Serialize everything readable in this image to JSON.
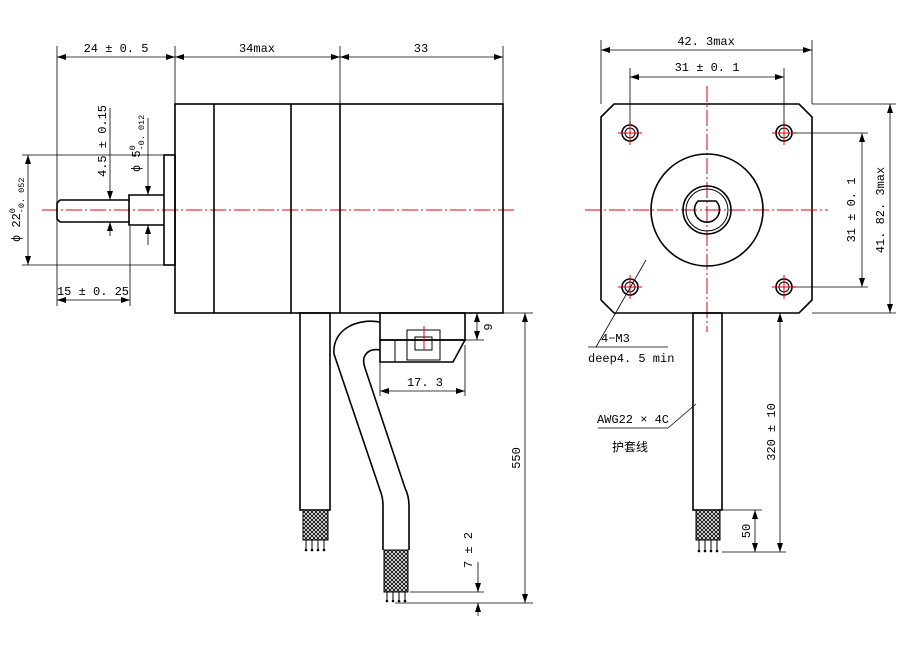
{
  "side_view": {
    "dim_shaft_length": "24 ± 0. 5",
    "dim_body_front": "34max",
    "dim_body_rear": "33",
    "dim_flat_depth": "4.5 ± 0.15",
    "dim_shaft_diameter": {
      "value": "ϕ 5",
      "upper_tol": "0",
      "lower_tol": "-0. 012"
    },
    "dim_boss_diameter": {
      "value": "ϕ 22",
      "upper_tol": "0",
      "lower_tol": "-0. 052"
    },
    "dim_flat_length": "15 ± 0. 25",
    "dim_connector_height": "9",
    "dim_connector_width": "17. 3",
    "dim_cable_length": "550",
    "dim_strip_length": "7 ± 2"
  },
  "front_view": {
    "dim_flange_width": "42. 3max",
    "dim_hole_spacing_horizontal": "31 ± 0. 1",
    "dim_hole_spacing_vertical": "31 ± 0. 1",
    "dim_flange_height": "41. 82. 3max",
    "hole_callout": {
      "thread": "4−M3",
      "depth": "deep4. 5 min"
    },
    "cable_callout": {
      "spec": "AWG22 × 4C",
      "type": "护套线"
    },
    "dim_cable_length": "320 ± 10",
    "dim_strip_length": "50"
  },
  "colors": {
    "outline": "#000000",
    "centerline": "#e60012",
    "background": "#ffffff"
  }
}
